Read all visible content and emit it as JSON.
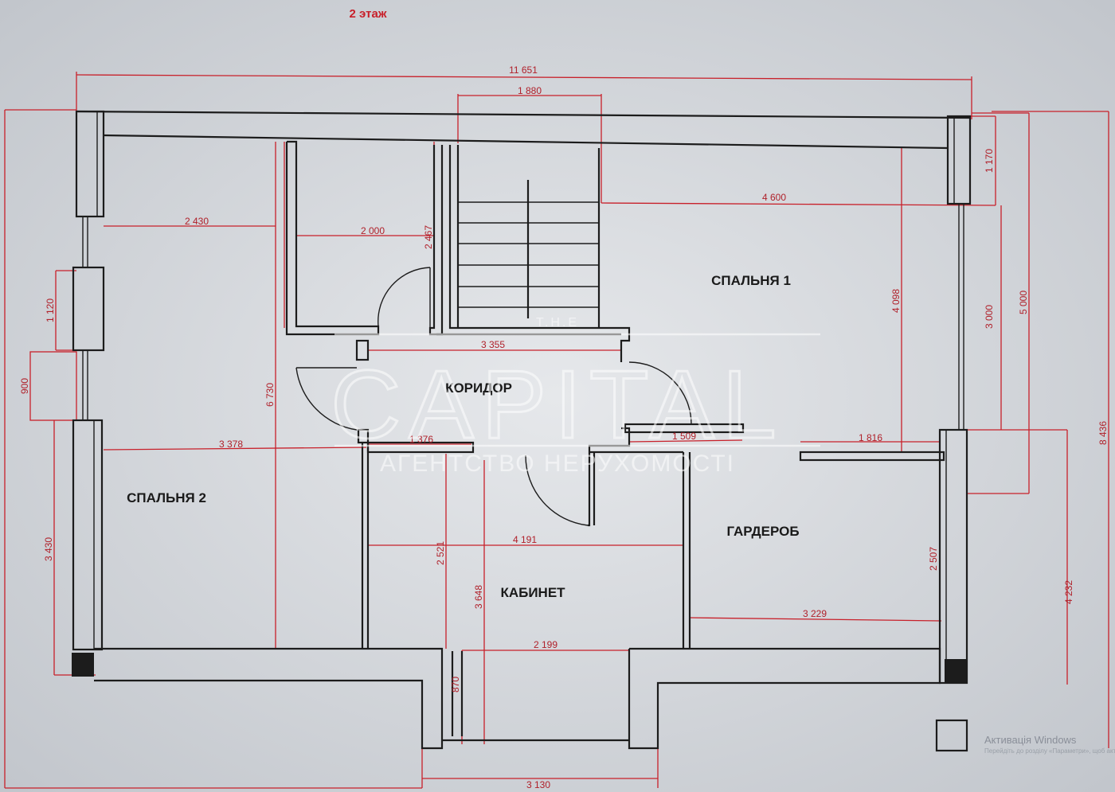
{
  "title": "2 этаж",
  "rooms": {
    "bedroom1": "СПАЛЬНЯ 1",
    "bedroom2": "СПАЛЬНЯ 2",
    "corridor": "КОРИДОР",
    "wardrobe": "ГАРДЕРОБ",
    "office": "КАБИНЕТ"
  },
  "dimensions": {
    "total_width": "11 651",
    "stair_width": "1 880",
    "top_right_depth": "1 170",
    "bedroom1_width": "4 600",
    "left_upper_width": "2 430",
    "closet_width": "2 000",
    "closet_height": "2 467",
    "bedroom1_height": "4 098",
    "right_3000": "3 000",
    "right_5000": "5 000",
    "left_window": "1 120",
    "corridor_width": "3 355",
    "left_900": "900",
    "left_height_6730": "6 730",
    "right_8436": "8 436",
    "bedroom2_width": "3 378",
    "corridor_lower_1376": "1 376",
    "corridor_lower_1509": "1 509",
    "bedroom1_lower_1816": "1 816",
    "office_width": "4 191",
    "office_2521": "2 521",
    "wardrobe_height": "2 507",
    "left_3430": "3 430",
    "office_3648": "3 648",
    "right_4232": "4 232",
    "wardrobe_width": "3 229",
    "balcony_2199": "2 199",
    "balcony_870": "870",
    "bottom_3130": "3 130"
  },
  "watermark": {
    "small": "T.H.E",
    "brand": "CAPITAL",
    "tagline": "АГЕНТСТВО НЕРУХОМОСТІ"
  },
  "os_notice": {
    "title": "Активація Windows",
    "subtitle": "Перейдіть до розділу «Параметри», щоб активувати Windows."
  },
  "colors": {
    "dimension": "#c8202a",
    "wall": "#1c1c1c",
    "background": "#c9ccd1"
  }
}
